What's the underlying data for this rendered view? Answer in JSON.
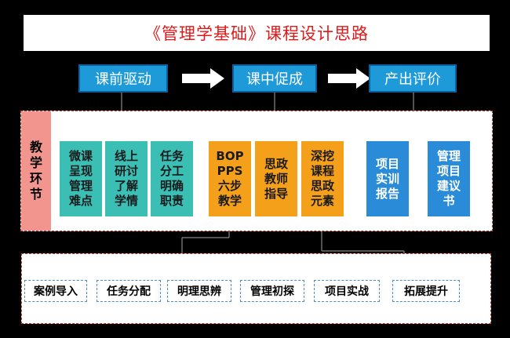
{
  "title": "《管理学基础》课程设计思路",
  "phases": [
    "课前驱动",
    "课中促成",
    "产出评价"
  ],
  "side_label": "教学环节",
  "cards": [
    {
      "lines": [
        "微课",
        "呈现",
        "管理",
        "难点"
      ]
    },
    {
      "lines": [
        "线上",
        "研讨",
        "了解",
        "学情"
      ]
    },
    {
      "lines": [
        "任务",
        "分工",
        "明确",
        "职责"
      ]
    },
    {
      "lines": [
        "BOP",
        "PPS",
        "六步",
        "教学"
      ]
    },
    {
      "lines": [
        "思政",
        "教师",
        "指导"
      ]
    },
    {
      "lines": [
        "深挖",
        "课程",
        "思政",
        "元素"
      ]
    },
    {
      "lines": [
        "项目",
        "实训",
        "报告"
      ]
    },
    {
      "lines": [
        "管理",
        "项目",
        "建议",
        "书"
      ]
    }
  ],
  "steps": [
    "案例导入",
    "任务分配",
    "明理思辨",
    "管理初探",
    "项目实战",
    "拓展提升"
  ],
  "colors": {
    "phase_blue": "#1f9ad8",
    "teal": "#3bbfb5",
    "orange": "#f5a01a",
    "card_blue": "#2a8bd8",
    "title_red": "#e01a1a"
  }
}
